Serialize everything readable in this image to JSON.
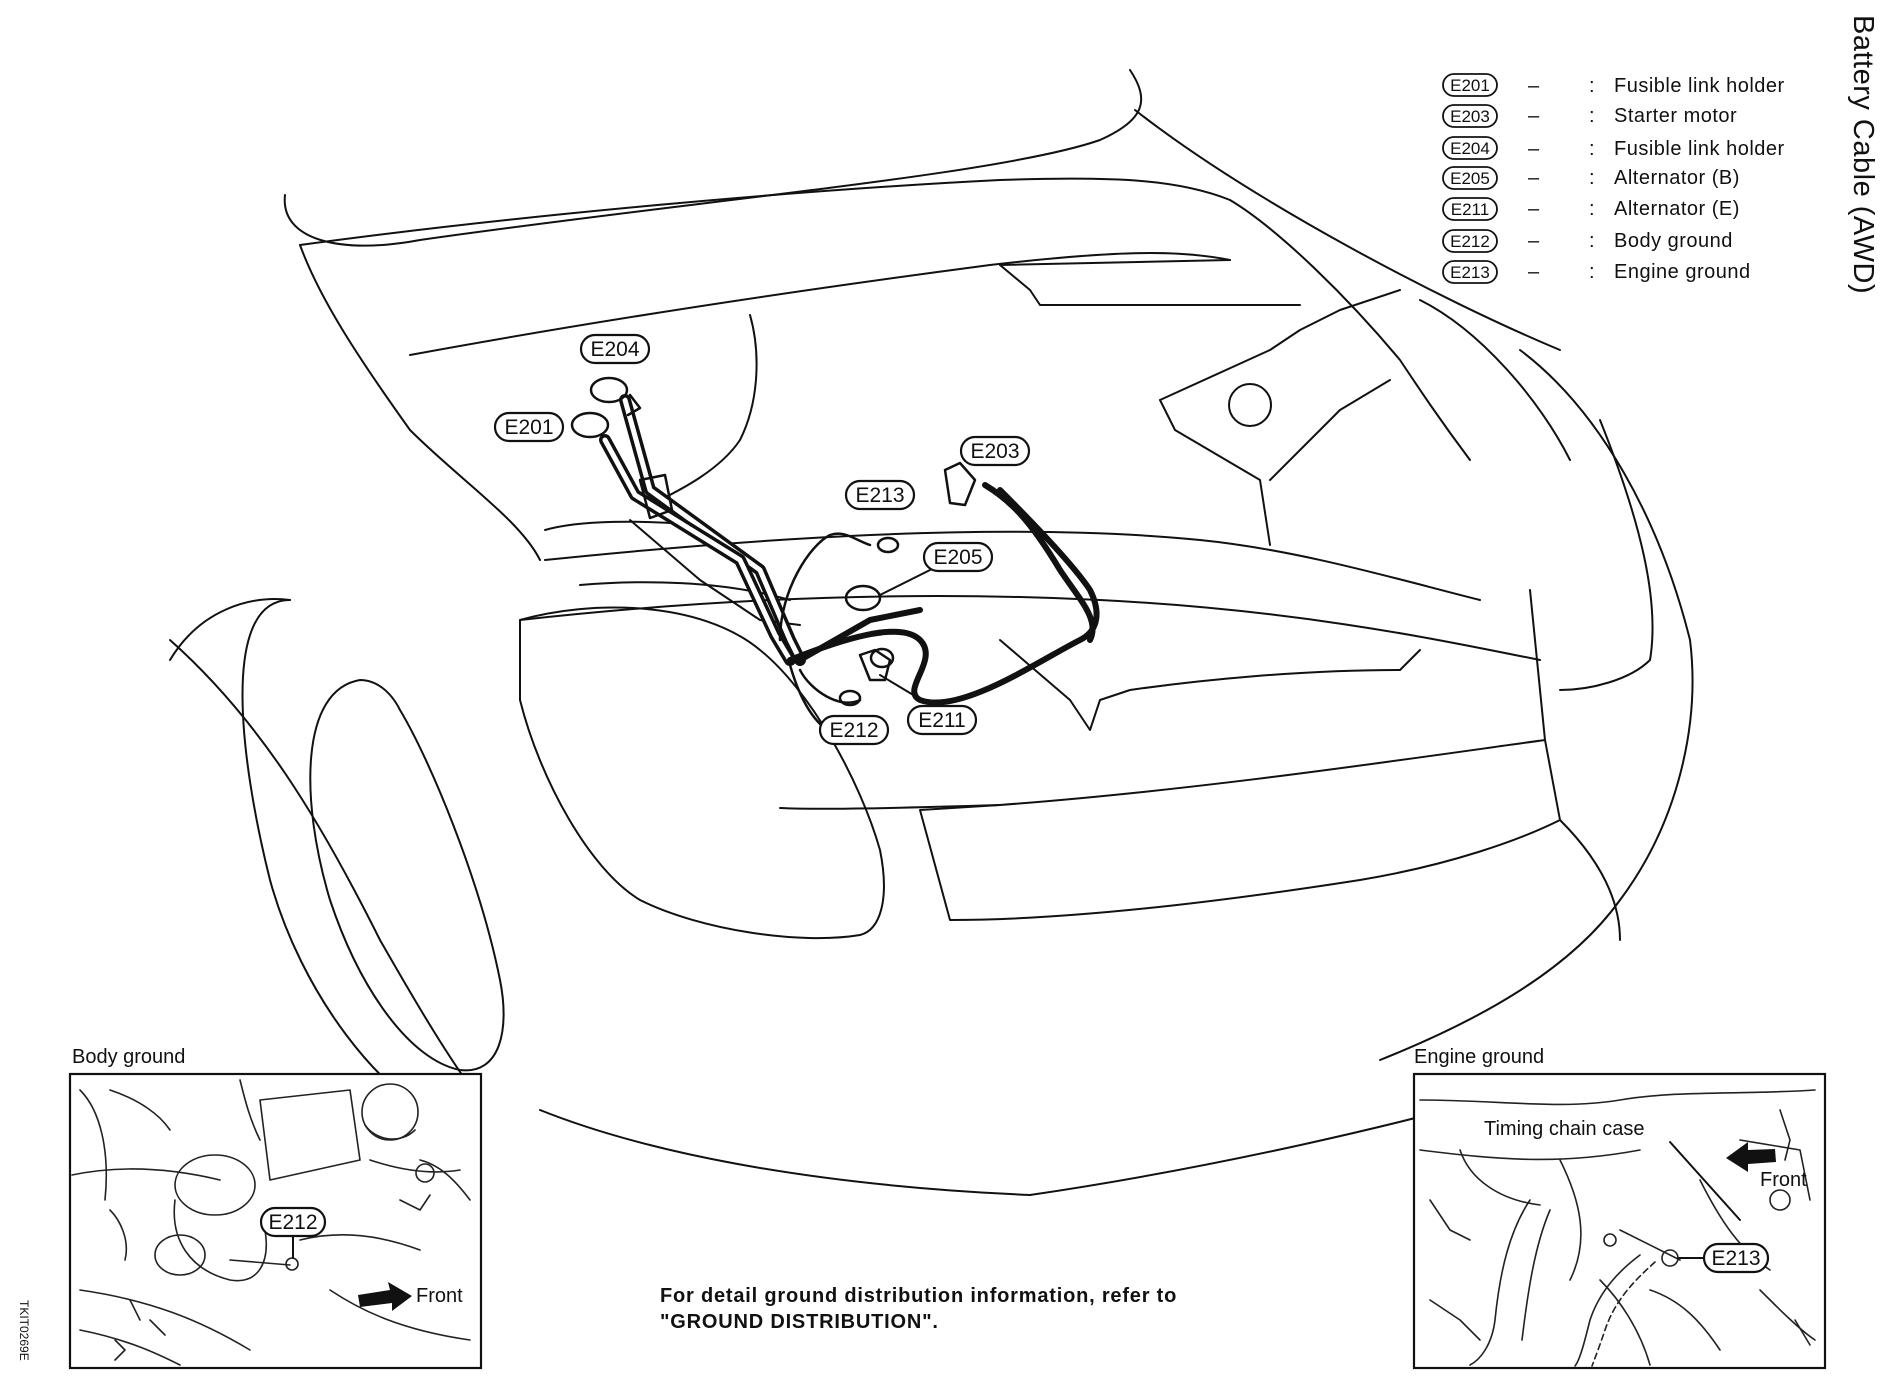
{
  "side_title": "Battery Cable (AWD)",
  "figure_id": "TKIT0269E",
  "legend": [
    {
      "code": "E201",
      "dash": "–",
      "colon": ":",
      "text": "Fusible  link  holder"
    },
    {
      "code": "E203",
      "dash": "–",
      "colon": ":",
      "text": "Starter motor"
    },
    {
      "code": "E204",
      "dash": "–",
      "colon": ":",
      "text": "Fusible  link  holder"
    },
    {
      "code": "E205",
      "dash": "–",
      "colon": ":",
      "text": "Alternator (B)"
    },
    {
      "code": "E211",
      "dash": "–",
      "colon": ":",
      "text": "Alternator (E)"
    },
    {
      "code": "E212",
      "dash": "–",
      "colon": ":",
      "text": "Body ground"
    },
    {
      "code": "E213",
      "dash": "–",
      "colon": ":",
      "text": "Engine ground"
    }
  ],
  "callouts": {
    "e204": "E204",
    "e201": "E201",
    "e203": "E203",
    "e213": "E213",
    "e205": "E205",
    "e211": "E211",
    "e212": "E212"
  },
  "inset_body": {
    "title": "Body ground",
    "callout": "E212",
    "front_label": "Front"
  },
  "inset_engine": {
    "title": "Engine ground",
    "timing_label": "Timing chain case",
    "front_label": "Front",
    "callout": "E213"
  },
  "note": {
    "line1": "For detail ground distribution information, refer to",
    "line2": "\"GROUND DISTRIBUTION\"."
  }
}
